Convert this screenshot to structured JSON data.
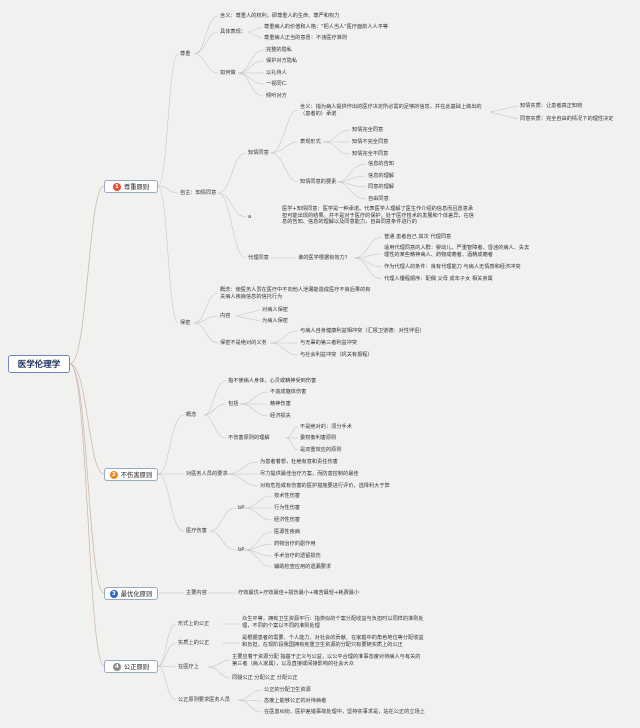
{
  "root": "医学伦理学",
  "branches": [
    {
      "num": "1",
      "label": "尊重原则",
      "color": "#e8502e"
    },
    {
      "num": "2",
      "label": "不伤害原则",
      "color": "#f08a1a"
    },
    {
      "num": "3",
      "label": "最优化原则",
      "color": "#2f66c9"
    },
    {
      "num": "4",
      "label": "公正原则",
      "color": "#8a8a8a"
    }
  ],
  "nodes": {
    "zz": "尊重",
    "zz_def": "含义：尊重人的权利，即尊重人的生命、尊严和权力",
    "zz_jt": "具体表现：",
    "zz_jt1": "尊重病人的价值和人格：\"把人当人\"医疗面前人人平等",
    "zz_jt2": "尊重病人正当的意愿：不违医疗准则",
    "zz_rh": "如何做",
    "zz_rh1": "完整的隐私",
    "zz_rh2": "保护对方隐私",
    "zz_rh3": "以礼待人",
    "zz_rh4": "一视同仁",
    "zz_rh5": "倾听对方",
    "zs": "自主：知情同意",
    "zq": "知情同意",
    "zq_def": "含义：指为病人提供作出的医疗决定所必需的足够的信息，并在此基础上做出的（患者的）承诺",
    "zq_r1": "知情实质：让患者真正知晓",
    "zq_r2": "同意实质：完全自由的情况下的理性决定",
    "zq_bd": "表现形式",
    "zq_bd1": "知情完全同意",
    "zq_bd2": "知情不完全同意",
    "zq_bd3": "知情完全不同意",
    "zq_ys": "知情同意的要素",
    "zq_ys1": "信息的告知",
    "zq_ys2": "信息的理解",
    "zq_ys3": "同意的理解",
    "zq_ys4": "自由同意",
    "a_mark": "a",
    "a_text": "医学+知情同意：医学是一种承诺。代表医学人理解了医生作介绍的信息而且愿意承担可能出现的结果。并不是对于医疗的保护，处于医疗技术的发展和个体差异，在信息的告知、信息的理解以及同意能力，自由同意条件进行的",
    "dl": "代理同意",
    "dl_q": "谁的医学根据有效力？",
    "dl_1": "普通 患者自己 其次 代理同意",
    "dl_2": "适用代理同意的人群：婴幼儿、严重智障者、昏迷的病人、失去理性的某些精神病人、药物成瘾者、酒精成瘾者",
    "dl_3": "作为代理人的条件：良有代理能力 与病人无情感和经济冲突",
    "dl_4": "代理人優程順序：配偶 父母 成年子女 相关亲属",
    "bm": "保密",
    "bm_def": "概念：使医务人员在医疗中不向他人泄漏能造成医疗不良后果的有关病人疾病信息的信托行为",
    "bm_nr": "内容",
    "bm_nr1": "对病人保密",
    "bm_nr2": "为病人保密",
    "bm_bs": "保密不是绝对的义务",
    "bm_bs1": "与病人自身健康利益相冲突（汇报卫道德：对性伴侣）",
    "bm_bs2": "与无辜的第三者利益冲突",
    "bm_bs3": "与社会利益冲突（机关有报程）",
    "gn": "概念",
    "gn1": "指不使病人身体、心灵或精神受到伤害",
    "gn_bk": "包括",
    "gn_bk1": "不造成躯体伤害",
    "gn_bk2": "精神伤害",
    "gn_bk3": "经济损失",
    "gn_bs": "不伤害原则的理解",
    "gn_bs1": "不是绝对的：须分手术",
    "gn_bs2": "委权衡利害原则",
    "gn_bs3": "是双重效应的原则",
    "yw": "对医务人员的要求",
    "yw1": "为患者着想，杜绝有意和责任伤害",
    "yw2": "尽力提供最佳治疗方案，而防患控制的最佳",
    "yw3": "对有危险或有伤害的医护措施要进行评价，选择利大于弊",
    "yl": "医疗伤害",
    "yl_b1": "bP",
    "yl_b1_1": "技术性伤害",
    "yl_b1_2": "行为性伤害",
    "yl_b1_3": "经济性伤害",
    "yl_b2": "bP",
    "yl_b2_1": "医源性疾病",
    "yl_b2_2": "药物治疗的副作用",
    "yl_b2_3": "手术治疗的遗留损伤",
    "yl_b2_4": "辅助检查应用的遗漏要求",
    "zy": "主要内容",
    "zy1": "疗效最优+疗效最佳+损伤最小+痛苦最轻+耗费最小",
    "xs": "形式上的公正",
    "xs1": "众生平等，拥有卫生资源平行：指类似的个案分配收益与负担时以同样的准则处理，不同的个案以不同的准则处理",
    "ss": "实质上的公正",
    "ss1": "是根据患者的需要、个人能力、对社会的贡献、在家庭中的角色地位等分配收益和负担，在现阶段我国拥有宪重卫生资源的分配只有要随实质上的公正",
    "zyl": "在医疗上",
    "zyl1": "主要应着于资源分配 指基于正义与公益，以公平合理的准事态度对待病人与有关的第三者（病人家属），以及直接或间接影响的社会大众",
    "zyl2": "同疑公正 分配公正 分配公正",
    "gz": "公正原则要求医务人员",
    "gz1": "公正的分配卫生资源",
    "gz2": "态度上能够公正的对待病者",
    "gz3": "在医患纠纷、医护差错事故处理中，坚持实事求是，站在公正的立场上"
  }
}
